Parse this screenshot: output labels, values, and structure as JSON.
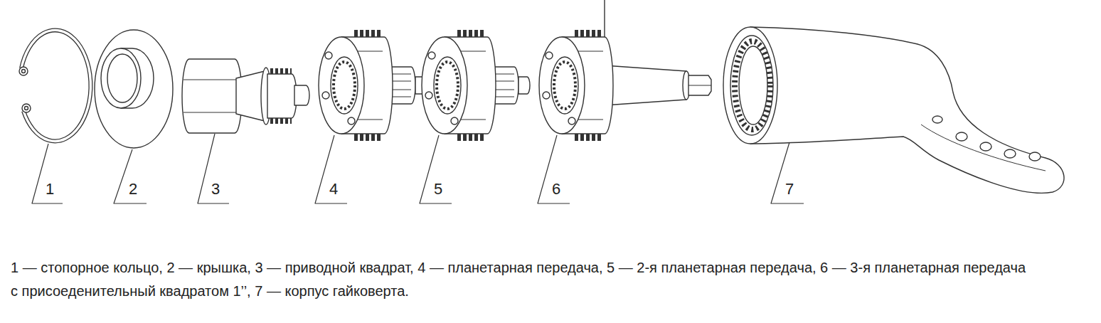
{
  "diagram": {
    "caption": "1 — стопорное кольцо, 2 — крышка, 3 — приводной квадрат, 4 — планетарная передача, 5 — 2-я планетарная передача, 6 — 3-я планетарная передача с присоеденительный квадратом 1’’, 7 — корпус гайковерта.",
    "labels": [
      "1",
      "2",
      "3",
      "4",
      "5",
      "6",
      "7"
    ]
  }
}
